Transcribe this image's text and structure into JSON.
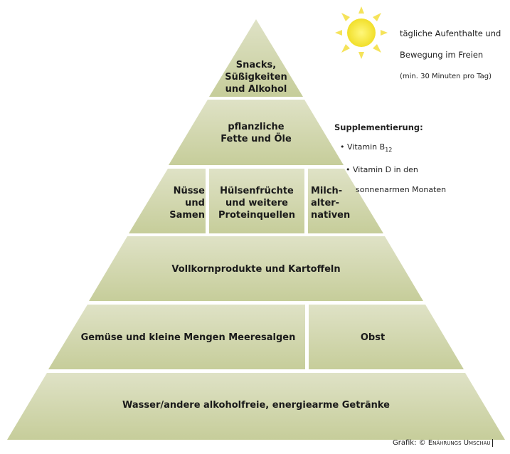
{
  "sun_note": {
    "line1": "tägliche Aufenthalte und",
    "line2": "Bewegung im Freien",
    "line3": "(min. 30 Minuten pro Tag)"
  },
  "supplement": {
    "title": "Supplementierung:",
    "item1_prefix": "Vitamin B",
    "item1_sub": "12",
    "item2_line1": "Vitamin D in den",
    "item2_line2": "sonnenarmen Monaten"
  },
  "pyramid": {
    "tier1": "Snacks,\nSüßigkeiten\nund Alkohol",
    "tier2": "pflanzliche\nFette und Öle",
    "tier3": {
      "left": "Nüsse\nund\nSamen",
      "mid": "Hülsenfrüchte\nund weitere\nProteinquellen",
      "right": "Milch-\nalter-\nnativen"
    },
    "tier4": "Vollkornprodukte und Kartoffeln",
    "tier5": {
      "left": "Gemüse und kleine Mengen Meeresalgen",
      "right": "Obst"
    },
    "tier6": "Wasser/andere alkoholfreie, energiearme Getränke"
  },
  "credit": {
    "prefix": "Grafik: © ",
    "brand": "Enährungs Umschau"
  },
  "colors": {
    "tier_fill_top": "#dde0c2",
    "tier_fill_bottom": "#c9cf9e",
    "sun_center": "#fbef5a",
    "sun_rays": "#f6e45c"
  },
  "icons": [
    "sun-icon"
  ]
}
